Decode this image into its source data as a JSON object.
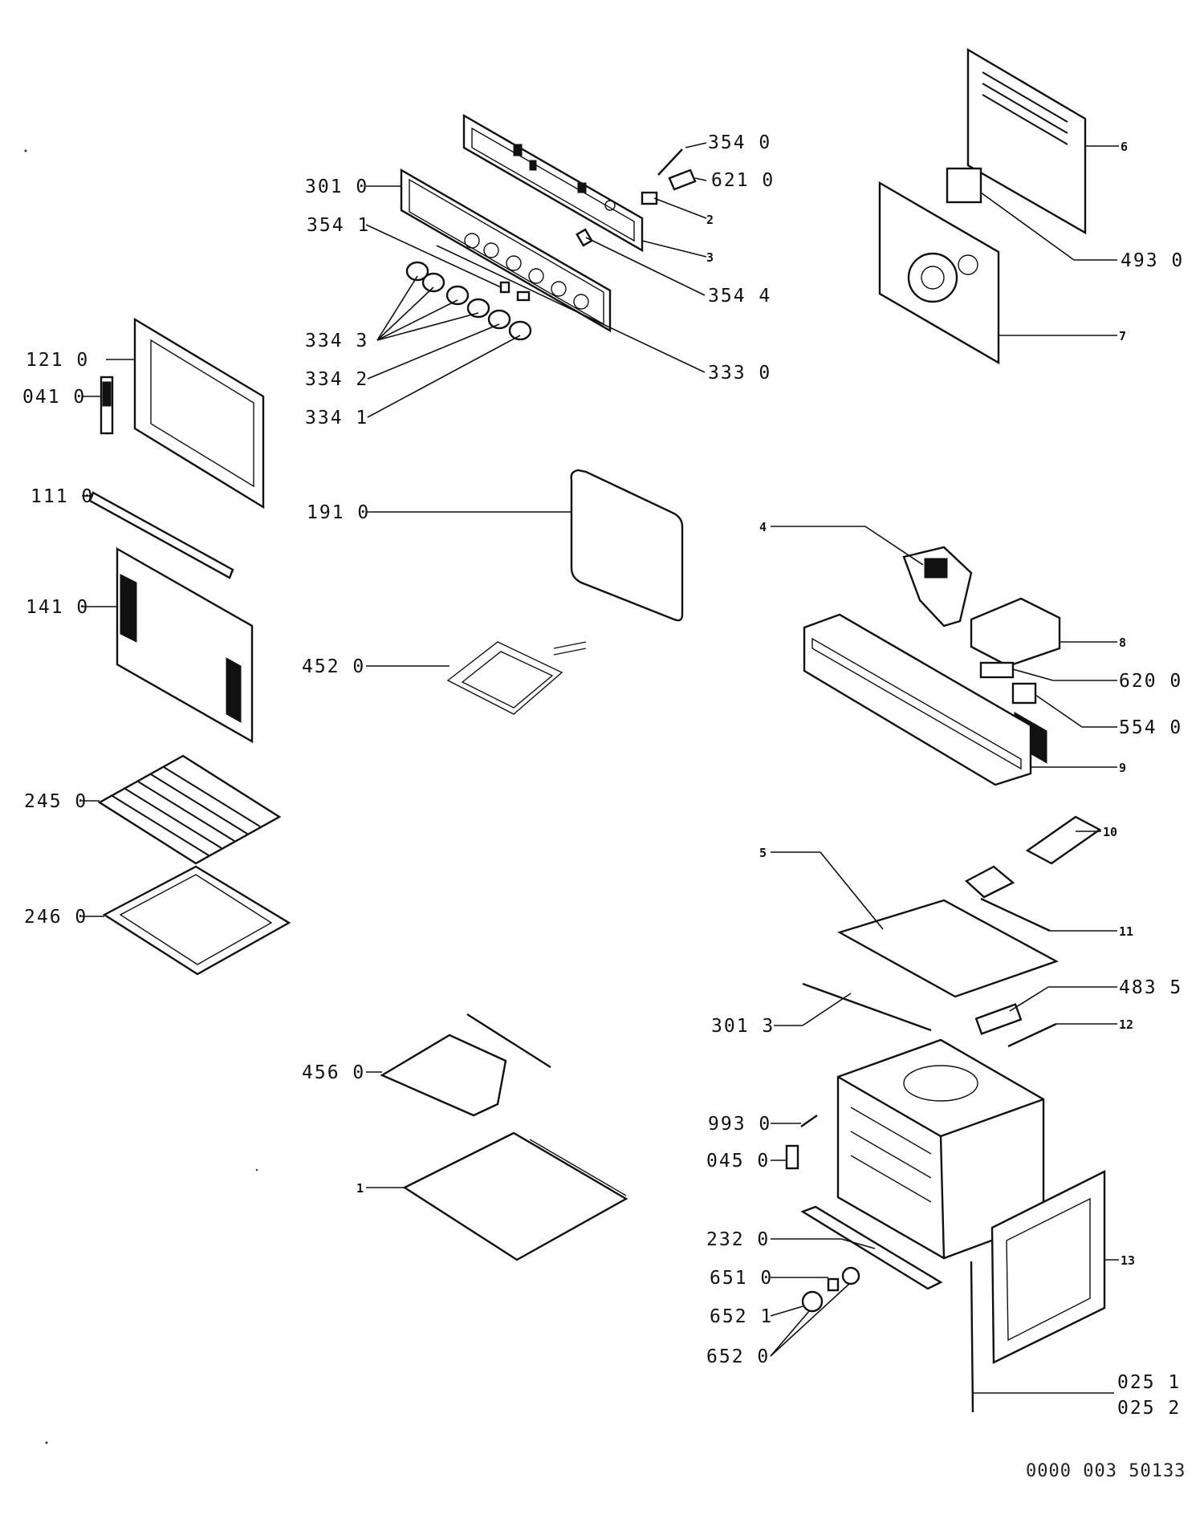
{
  "labels": {
    "l_354_0": "354 0",
    "l_621_0": "621 0",
    "l_301_0": "301 0",
    "l_354_1": "354 1",
    "l_2": "2",
    "l_3": "3",
    "l_354_4": "354 4",
    "l_334_3": "334 3",
    "l_334_2": "334 2",
    "l_334_1": "334 1",
    "l_333_0": "333 0",
    "l_121_0": "121 0",
    "l_041_0": "041 0",
    "l_111_0": "111 0",
    "l_141_0": "141 0",
    "l_191_0": "191 0",
    "l_452_0": "452 0",
    "l_245_0": "245 0",
    "l_246_0": "246 0",
    "l_456_0": "456 0",
    "l_1": "1",
    "l_6": "6",
    "l_493_0": "493 0",
    "l_7": "7",
    "l_4": "4",
    "l_8": "8",
    "l_620_0": "620 0",
    "l_554_0": "554 0",
    "l_9": "9",
    "l_10": "10",
    "l_5": "5",
    "l_11": "11",
    "l_483_5": "483 5",
    "l_301_3": "301 3",
    "l_12": "12",
    "l_993_0": "993 0",
    "l_045_0": "045 0",
    "l_232_0": "232 0",
    "l_651_0": "651 0",
    "l_652_1": "652 1",
    "l_652_0": "652 0",
    "l_13": "13",
    "l_025_1": "025 1",
    "l_025_2": "025 2"
  },
  "document_code": "0000 003 50133"
}
